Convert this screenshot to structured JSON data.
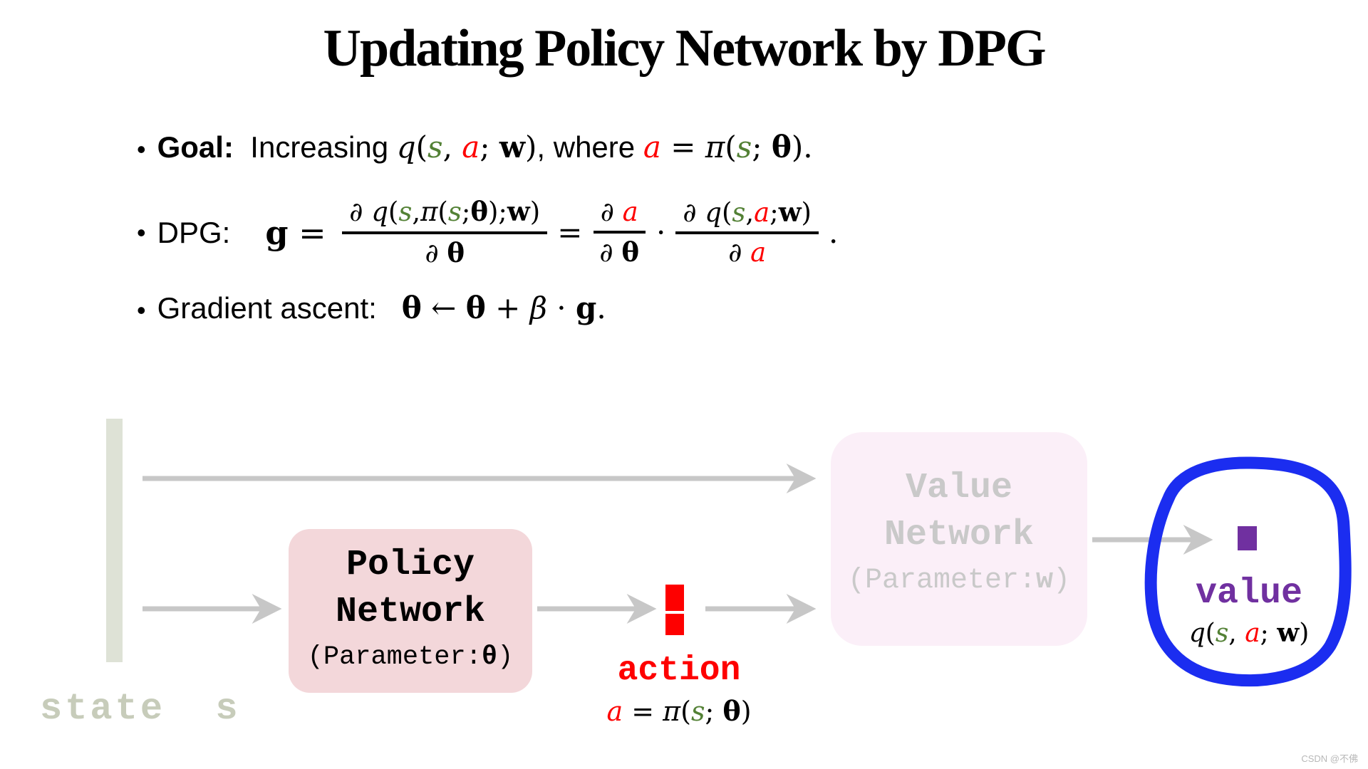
{
  "title": "Updating Policy Network by DPG",
  "glyphs": {
    "bullet": "•"
  },
  "bullets": {
    "goal": {
      "segments": [
        {
          "t": "Goal:",
          "s": "bold"
        },
        {
          "t": "  Increasing ",
          "s": "plain"
        },
        {
          "t": "q",
          "s": "mi"
        },
        {
          "t": "(",
          "s": "m"
        },
        {
          "t": "s",
          "s": "mi green"
        },
        {
          "t": ", ",
          "s": "m"
        },
        {
          "t": "a",
          "s": "mi red"
        },
        {
          "t": "; ",
          "s": "m"
        },
        {
          "t": "w",
          "s": "mb"
        },
        {
          "t": ")",
          "s": "m"
        },
        {
          "t": ", where ",
          "s": "plain"
        },
        {
          "t": "a",
          "s": "mi red"
        },
        {
          "t": " = ",
          "s": "m"
        },
        {
          "t": "π",
          "s": "mi"
        },
        {
          "t": "(",
          "s": "m"
        },
        {
          "t": "s",
          "s": "mi green"
        },
        {
          "t": "; ",
          "s": "m"
        },
        {
          "t": "θ",
          "s": "mb"
        },
        {
          "t": ").",
          "s": "m"
        }
      ]
    },
    "dpg": {
      "intro": [
        {
          "t": "DPG:   ",
          "s": "plain"
        }
      ],
      "g_eq": [
        {
          "t": "g",
          "s": "mb"
        },
        {
          "t": " = ",
          "s": "m"
        }
      ],
      "frac1": {
        "num": [
          {
            "t": "∂ ",
            "s": "mi"
          },
          {
            "t": "q",
            "s": "mi"
          },
          {
            "t": "(",
            "s": "m"
          },
          {
            "t": "s",
            "s": "mi green"
          },
          {
            "t": ",",
            "s": "m"
          },
          {
            "t": "π",
            "s": "mi"
          },
          {
            "t": "(",
            "s": "m"
          },
          {
            "t": "s",
            "s": "mi green"
          },
          {
            "t": ";",
            "s": "m"
          },
          {
            "t": "θ",
            "s": "mb"
          },
          {
            "t": ");",
            "s": "m"
          },
          {
            "t": "w",
            "s": "mb"
          },
          {
            "t": ")",
            "s": "m"
          }
        ],
        "den": [
          {
            "t": "∂ ",
            "s": "mi"
          },
          {
            "t": "θ",
            "s": "mb"
          }
        ]
      },
      "eq": "=",
      "frac2": {
        "num": [
          {
            "t": "∂ ",
            "s": "mi"
          },
          {
            "t": "a",
            "s": "mi red"
          }
        ],
        "den": [
          {
            "t": "∂ ",
            "s": "mi"
          },
          {
            "t": "θ",
            "s": "mb"
          }
        ]
      },
      "dot": "·",
      "frac3": {
        "num": [
          {
            "t": "∂ ",
            "s": "mi"
          },
          {
            "t": "q",
            "s": "mi"
          },
          {
            "t": "(",
            "s": "m"
          },
          {
            "t": "s",
            "s": "mi green"
          },
          {
            "t": ",",
            "s": "m"
          },
          {
            "t": "a",
            "s": "mi red"
          },
          {
            "t": ";",
            "s": "m"
          },
          {
            "t": "w",
            "s": "mb"
          },
          {
            "t": ")",
            "s": "m"
          }
        ],
        "den": [
          {
            "t": "∂ ",
            "s": "mi"
          },
          {
            "t": "a",
            "s": "mi red"
          }
        ]
      },
      "period": "."
    },
    "gradient": {
      "segments": [
        {
          "t": "Gradient ascent:   ",
          "s": "plain"
        },
        {
          "t": "θ",
          "s": "mb"
        },
        {
          "t": " ← ",
          "s": "m"
        },
        {
          "t": "θ",
          "s": "mb"
        },
        {
          "t": " + ",
          "s": "m"
        },
        {
          "t": "β",
          "s": "mi"
        },
        {
          "t": " · ",
          "s": "m"
        },
        {
          "t": "g",
          "s": "mb"
        },
        {
          "t": ".",
          "s": "m"
        }
      ]
    }
  },
  "diagram": {
    "state_label": "state  s",
    "policy_network": {
      "title_line1": "Policy",
      "title_line2": "Network",
      "param": [
        {
          "t": "(Parameter:",
          "s": "mono"
        },
        {
          "t": "θ",
          "s": "monob"
        },
        {
          "t": ")",
          "s": "mono"
        }
      ]
    },
    "value_network": {
      "title_line1": "Value",
      "title_line2": "Network",
      "param": [
        {
          "t": "(Parameter:",
          "s": "mono"
        },
        {
          "t": "w",
          "s": "monob"
        },
        {
          "t": ")",
          "s": "mono"
        }
      ]
    },
    "action": {
      "label": "action",
      "formula": [
        {
          "t": "a",
          "s": "mi red"
        },
        {
          "t": " = ",
          "s": "m"
        },
        {
          "t": "π",
          "s": "mi"
        },
        {
          "t": "(",
          "s": "m"
        },
        {
          "t": "s",
          "s": "mi green"
        },
        {
          "t": "; ",
          "s": "m"
        },
        {
          "t": "θ",
          "s": "mb"
        },
        {
          "t": ")",
          "s": "m"
        }
      ]
    },
    "value_output": {
      "label": "value",
      "formula": [
        {
          "t": "q",
          "s": "mi"
        },
        {
          "t": "(",
          "s": "m"
        },
        {
          "t": "s",
          "s": "mi green"
        },
        {
          "t": ", ",
          "s": "m"
        },
        {
          "t": "a",
          "s": "mi red"
        },
        {
          "t": "; ",
          "s": "m"
        },
        {
          "t": "w",
          "s": "mb"
        },
        {
          "t": ")",
          "s": "m"
        }
      ]
    }
  },
  "watermark": "CSDN @不佛",
  "colors": {
    "green": "#538135",
    "red": "#fe0000",
    "purple": "#7030a0",
    "blue_circle": "#1b2df0",
    "policy_box_bg": "#f3d7da",
    "value_box_bg": "#fbeff8",
    "value_box_text": "#c9c9c9",
    "arrow": "#c7c7c7",
    "state_bar": "#dee2d6",
    "state_text": "#c7ccba",
    "watermark_color": "#b8b8b8"
  }
}
